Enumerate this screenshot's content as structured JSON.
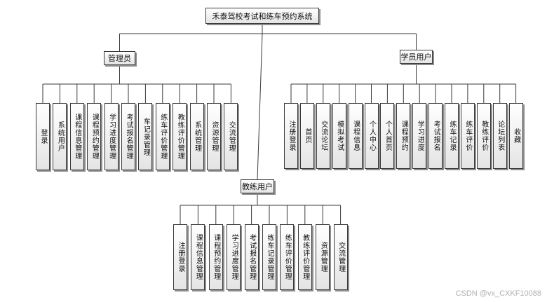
{
  "root": "禾泰驾校考试和练车预约系统",
  "groups": [
    {
      "id": "admin",
      "label": "管理员",
      "children": [
        "登录",
        "系统用户",
        "课程信息管理",
        "课程预约管理",
        "学习进度管理",
        "考试报名管理",
        "车记录管理",
        "练车评价管理",
        "教练评价管理",
        "系统管理",
        "资源管理",
        "交流管理"
      ]
    },
    {
      "id": "student",
      "label": "学员用户",
      "children": [
        "注册登录",
        "首页",
        "交流论坛",
        "模拟考试",
        "课程信息",
        "个人中心",
        "个人首页",
        "课程预约",
        "学习进度",
        "考试报名",
        "练车记录",
        "练车评价",
        "教练评价",
        "论坛列表",
        "收藏"
      ]
    },
    {
      "id": "coach",
      "label": "教练用户",
      "children": [
        "注册登录",
        "课程信息管理",
        "课程预约管理",
        "学习进度管理",
        "考试报名管理",
        "练车记录管理",
        "练车评价管理",
        "教练评价管理",
        "资源管理",
        "交流管理"
      ]
    }
  ],
  "watermark": "CSDN @vx_CXKF10088",
  "colors": {
    "line": "#3a3a3a",
    "box_border": "#3a3a3a",
    "shadow": "#8c8c8c"
  }
}
